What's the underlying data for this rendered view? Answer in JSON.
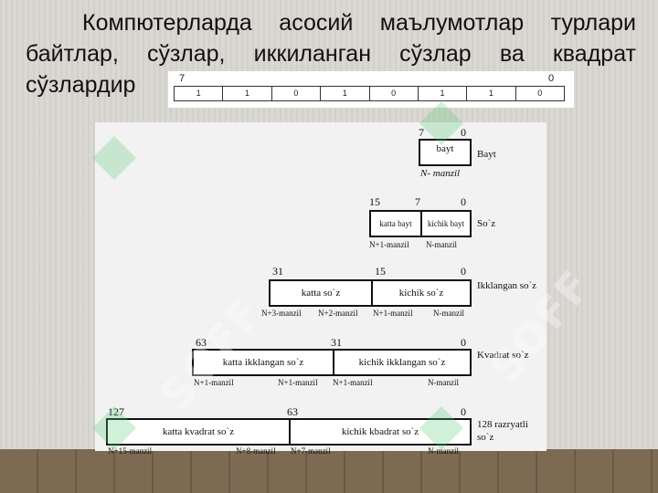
{
  "title": "Компютерларда асосий маълумотлар турлари байтлар, сўзлар, иккиланган сўзлар ва квадрат сўзлардир",
  "bit_strip": {
    "left_index": "7",
    "right_index": "0",
    "bits": [
      "1",
      "1",
      "0",
      "1",
      "0",
      "1",
      "1",
      "0"
    ]
  },
  "rows": {
    "byte": {
      "hi": "7",
      "lo": "0",
      "segments": [
        "bayt"
      ],
      "addresses": [
        "N- manzil"
      ],
      "side": "Bayt"
    },
    "word": {
      "hi": "15",
      "mid": "7",
      "lo": "0",
      "segments": [
        "katta bayt",
        "kichik bayt"
      ],
      "addresses": [
        "N+1-manzil",
        "N-manzil"
      ],
      "side": "So`z"
    },
    "dword": {
      "hi": "31",
      "mid": "15",
      "lo": "0",
      "segments": [
        "katta so`z",
        "kichik so`z"
      ],
      "addresses": [
        "N+3-manzil",
        "N+2-manzil",
        "N+1-manzil",
        "N-manzil"
      ],
      "side": "Ikklangan so`z"
    },
    "qword": {
      "hi": "63",
      "mid": "31",
      "lo": "0",
      "segments": [
        "katta ikklangan so`z",
        "kichik ikklangan so`z"
      ],
      "addresses": [
        "N+1-manzil",
        "N+1-manzil",
        "N+1-manzil",
        "N-manzil"
      ],
      "side": "Kvadrat so`z"
    },
    "dqword": {
      "hi": "127",
      "mid": "63",
      "lo": "0",
      "segments": [
        "katta kvadrat so`z",
        "kichik kbadrat so`z"
      ],
      "addresses": [
        "N+15-manzil",
        "N+8-manzil",
        "N+7-manzil",
        "N-manzil"
      ],
      "side": "128 razryatli so`z"
    }
  },
  "watermark": "SOFF",
  "colors": {
    "watermark_green": "#5ac878"
  }
}
